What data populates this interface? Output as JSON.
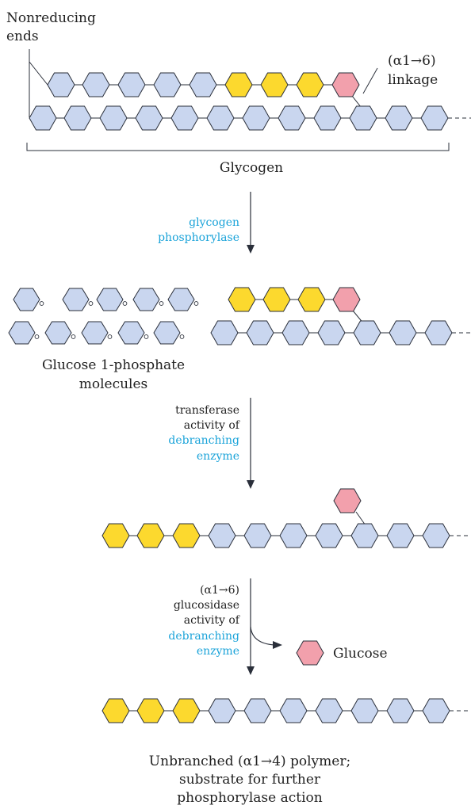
{
  "colors": {
    "glucose_residue": "#c9d6ef",
    "new_nonreducing_end": "#fcd92e",
    "branch_point_residue": "#f2a0ac",
    "enzyme_text": "#1aa3d9"
  },
  "labels": {
    "nonreducing_line1": "Nonreducing",
    "nonreducing_line2": "ends",
    "linkage_line1": "(α1→6)",
    "linkage_line2": "linkage",
    "glycogen": "Glycogen",
    "g1p_line1": "Glucose 1-phosphate",
    "g1p_line2": "molecules",
    "glucose": "Glucose",
    "final_line1": "Unbranched (α1→4) polymer;",
    "final_line2": "substrate for further",
    "final_line3": "phosphorylase action"
  },
  "steps": {
    "step1": {
      "enzyme_line1": "glycogen",
      "enzyme_line2": "phosphorylase"
    },
    "step2": {
      "text_line1": "transferase",
      "text_line2": "activity of",
      "enzyme_line1": "debranching",
      "enzyme_line2": "enzyme"
    },
    "step3": {
      "text_line1": "(α1→6)",
      "text_line2": "glucosidase",
      "text_line3": "activity of",
      "enzyme_line1": "debranching",
      "enzyme_line2": "enzyme"
    }
  }
}
